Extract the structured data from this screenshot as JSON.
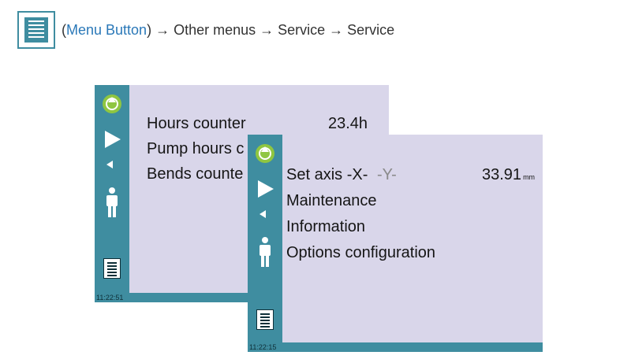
{
  "header": {
    "breadcrumb_open": "(",
    "menu_link": "Menu Button",
    "breadcrumb_rest": ") → Other menus → Service → Service"
  },
  "screen_back": {
    "time": "11:22:51",
    "rows": [
      {
        "label": "Hours counter",
        "value": "23.4h"
      },
      {
        "label": "Pump hours c"
      },
      {
        "label": "Bends counte"
      }
    ]
  },
  "screen_front": {
    "time": "11:22:15",
    "axis_label": "Set axis",
    "axis_x": "-X-",
    "axis_y": "-Y-",
    "axis_value": "33.91",
    "axis_unit": "mm",
    "items": [
      "Maintenance",
      "Information",
      "Options configuration"
    ]
  },
  "colors": {
    "accent": "#3f8da0",
    "screen_bg": "#d9d6ea",
    "home_green": "#8fc641",
    "link_blue": "#2a78b8"
  },
  "icons": [
    "menu-icon",
    "home-icon",
    "play-icon",
    "back-icon",
    "person-icon",
    "document-icon"
  ]
}
